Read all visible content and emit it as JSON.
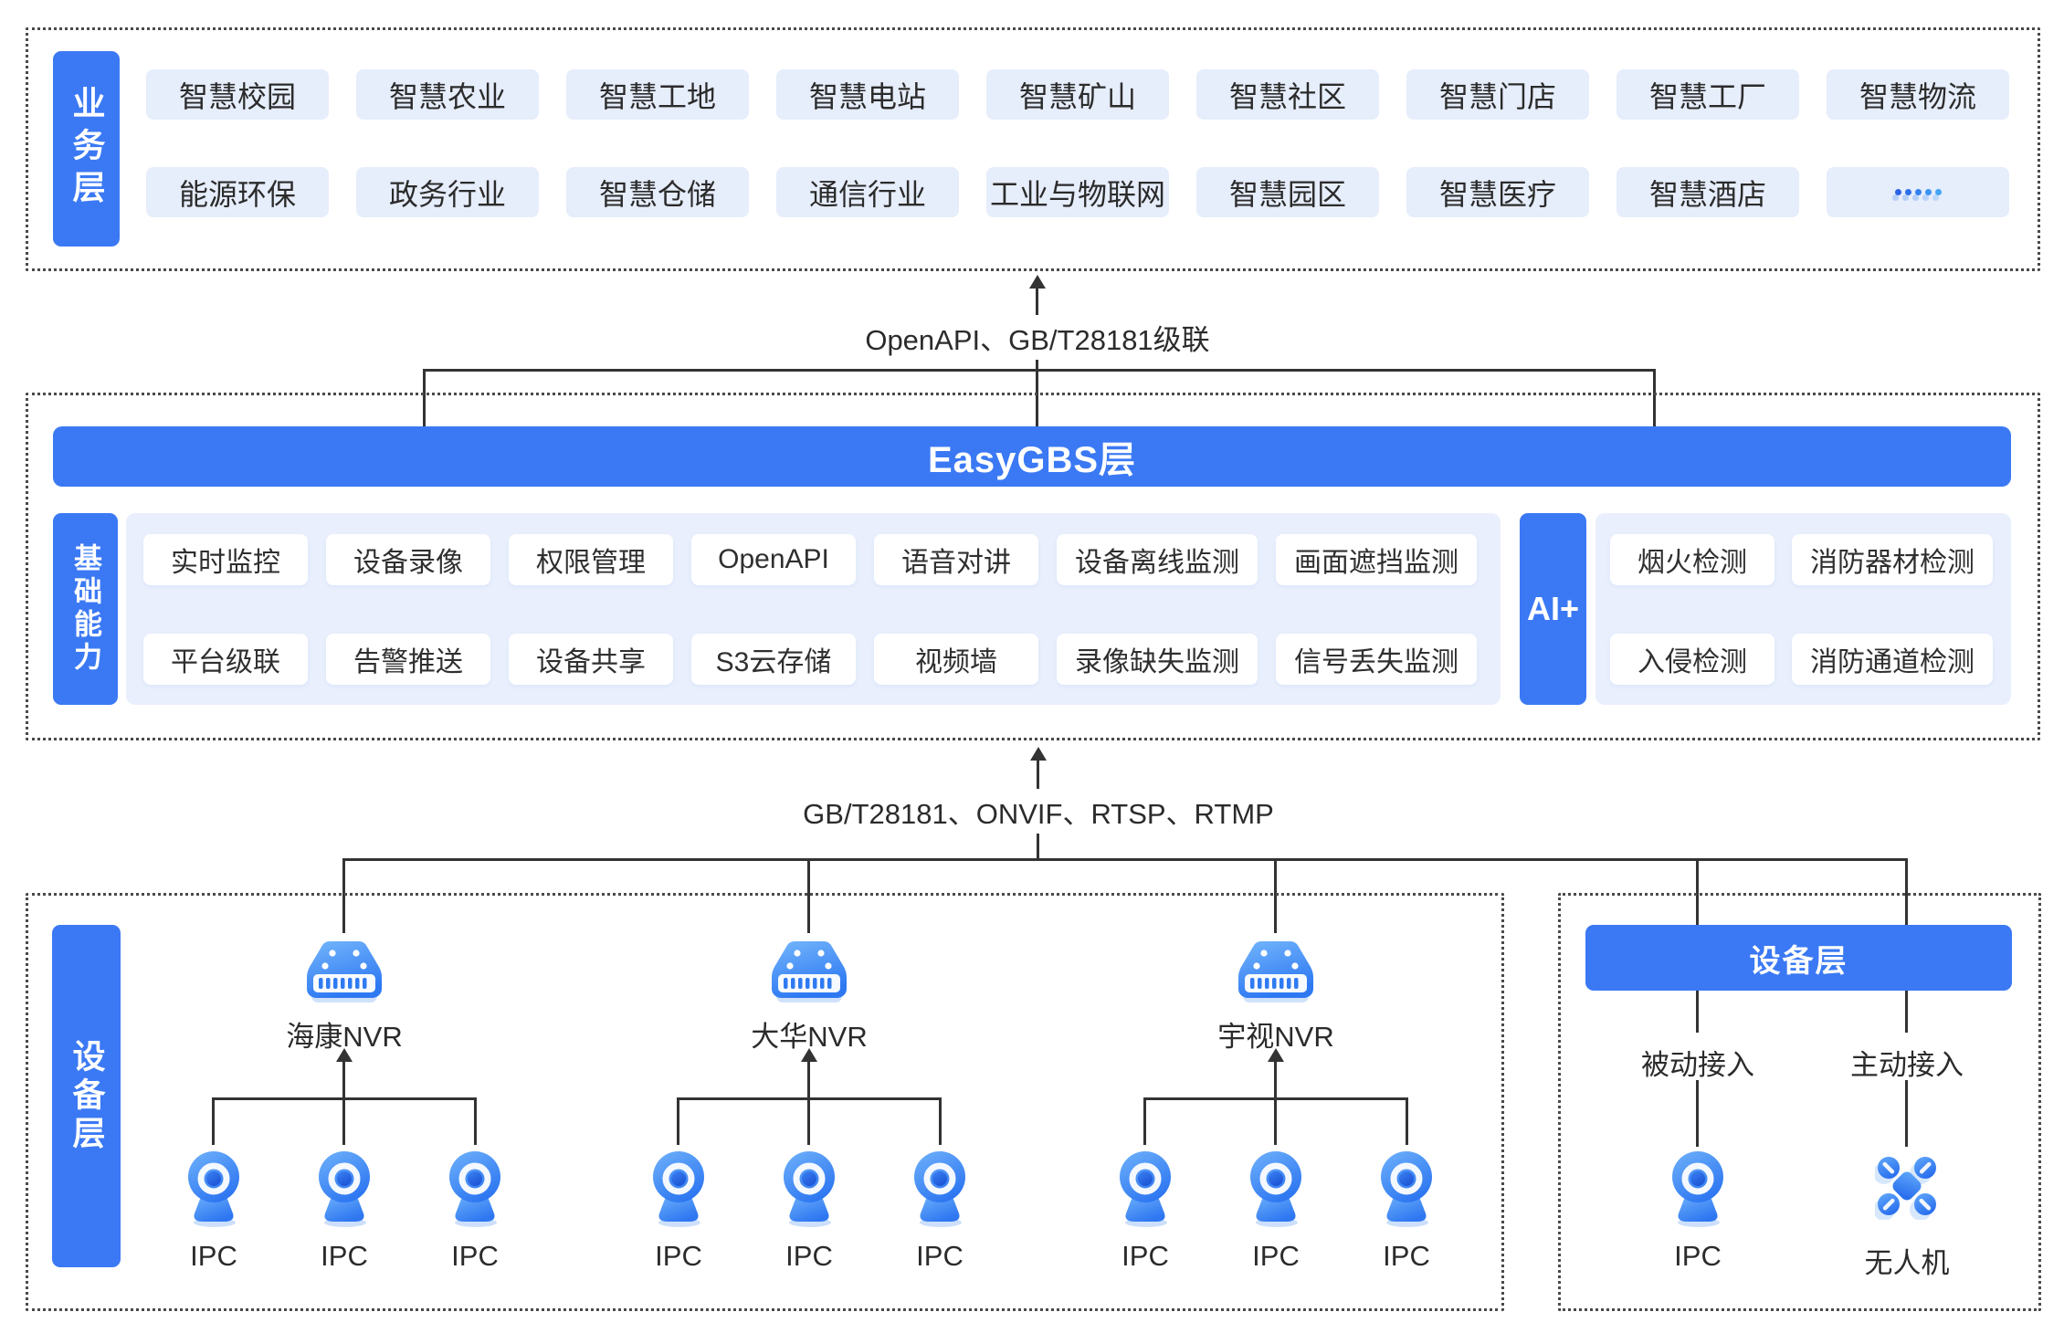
{
  "colors": {
    "primary_blue": "#3b79f4",
    "item_blue": "#e6edfb",
    "panel_blue": "#e9effc",
    "line_dark": "#333333",
    "text_dark": "#2b2b2b"
  },
  "business_layer": {
    "label": "业务层",
    "row1": [
      "智慧校园",
      "智慧农业",
      "智慧工地",
      "智慧电站",
      "智慧矿山",
      "智慧社区",
      "智慧门店",
      "智慧工厂",
      "智慧物流"
    ],
    "row2": [
      "能源环保",
      "政务行业",
      "智慧仓储",
      "通信行业",
      "工业与物联网",
      "智慧园区",
      "智慧医疗",
      "智慧酒店"
    ],
    "more_icon": "ellipsis-dots-icon"
  },
  "top_connector": {
    "label": "OpenAPI、GB/T28181级联"
  },
  "platform": {
    "banner": "EasyGBS层"
  },
  "capabilities": {
    "label": "基础能力",
    "row1": [
      "实时监控",
      "设备录像",
      "权限管理",
      "OpenAPI",
      "语音对讲",
      "设备离线监测",
      "画面遮挡监测"
    ],
    "row2": [
      "平台级联",
      "告警推送",
      "设备共享",
      "S3云存储",
      "视频墙",
      "录像缺失监测",
      "信号丢失监测"
    ]
  },
  "ai": {
    "label": "AI+",
    "row1": [
      "烟火检测",
      "消防器材检测"
    ],
    "row2": [
      "入侵检测",
      "消防通道检测"
    ]
  },
  "bottom_connector": {
    "label": "GB/T28181、ONVIF、RTSP、RTMP"
  },
  "device_layer": {
    "label": "设备层",
    "nvr_groups": [
      {
        "name": "海康NVR",
        "cameras": [
          "IPC",
          "IPC",
          "IPC"
        ]
      },
      {
        "name": "大华NVR",
        "cameras": [
          "IPC",
          "IPC",
          "IPC"
        ]
      },
      {
        "name": "宇视NVR",
        "cameras": [
          "IPC",
          "IPC",
          "IPC"
        ]
      }
    ],
    "right_panel": {
      "banner": "设备层",
      "passive": {
        "label": "被动接入",
        "device": "IPC"
      },
      "active": {
        "label": "主动接入",
        "device": "无人机"
      }
    }
  }
}
